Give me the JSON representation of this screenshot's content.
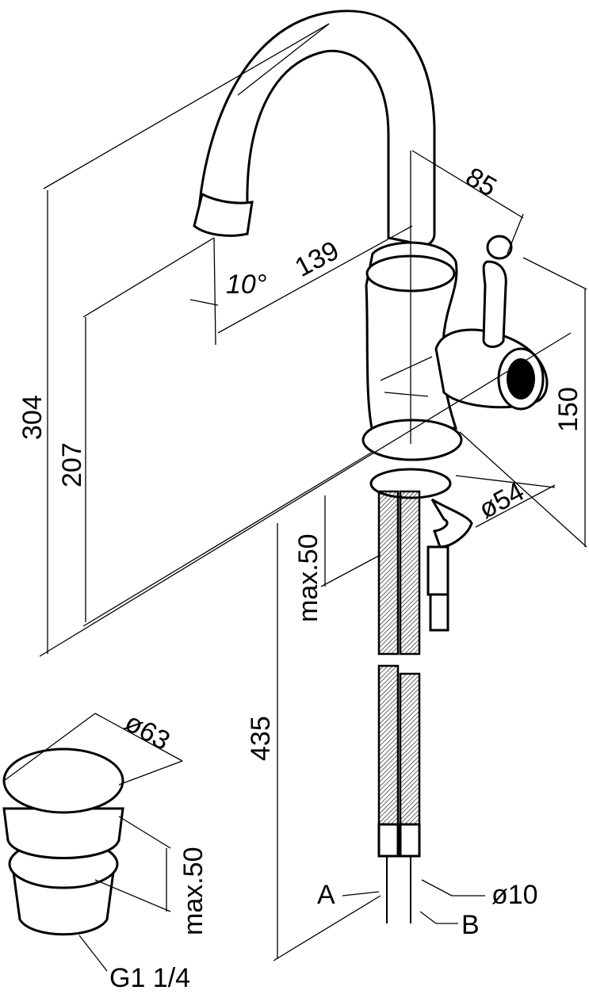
{
  "drawing": {
    "dimensions": {
      "handle_reach": "85",
      "spout_reach": "139",
      "spout_angle": "10°",
      "total_height": "304",
      "spout_height": "207",
      "body_height": "150",
      "base_diameter": "ø54",
      "deck_thickness": "max.50",
      "hose_length": "435"
    },
    "connections": {
      "inlet_a": "A",
      "inlet_b": "B",
      "hose_diameter": "ø10"
    },
    "waste": {
      "diameter": "ø63",
      "thickness": "max.50",
      "thread": "G1 1/4"
    }
  }
}
